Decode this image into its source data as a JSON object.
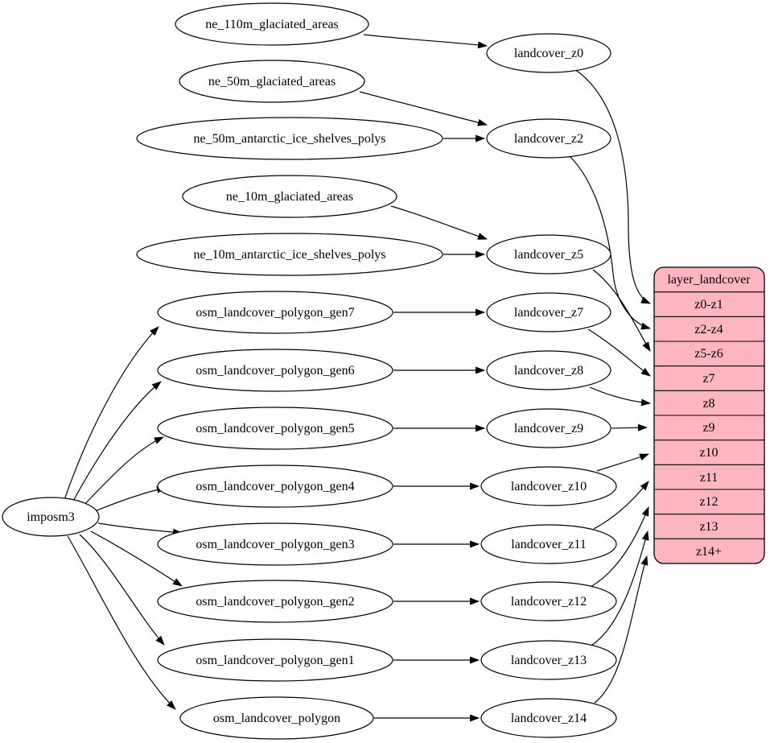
{
  "diagram": {
    "importer": "imposm3",
    "sources": [
      "ne_110m_glaciated_areas",
      "ne_50m_glaciated_areas",
      "ne_50m_antarctic_ice_shelves_polys",
      "ne_10m_glaciated_areas",
      "ne_10m_antarctic_ice_shelves_polys",
      "osm_landcover_polygon_gen7",
      "osm_landcover_polygon_gen6",
      "osm_landcover_polygon_gen5",
      "osm_landcover_polygon_gen4",
      "osm_landcover_polygon_gen3",
      "osm_landcover_polygon_gen2",
      "osm_landcover_polygon_gen1",
      "osm_landcover_polygon"
    ],
    "tables": [
      "landcover_z0",
      "landcover_z2",
      "landcover_z5",
      "landcover_z7",
      "landcover_z8",
      "landcover_z9",
      "landcover_z10",
      "landcover_z11",
      "landcover_z12",
      "landcover_z13",
      "landcover_z14"
    ],
    "layer": {
      "title": "layer_landcover",
      "rows": [
        "z0-z1",
        "z2-z4",
        "z5-z6",
        "z7",
        "z8",
        "z9",
        "z10",
        "z11",
        "z12",
        "z13",
        "z14+"
      ]
    },
    "colors": {
      "layer_fill": "#ffb6c1",
      "node_fill": "#ffffff",
      "edge": "#000000"
    },
    "edges": [
      {
        "from": "imposm3",
        "to": "osm_landcover_polygon_gen7"
      },
      {
        "from": "imposm3",
        "to": "osm_landcover_polygon_gen6"
      },
      {
        "from": "imposm3",
        "to": "osm_landcover_polygon_gen5"
      },
      {
        "from": "imposm3",
        "to": "osm_landcover_polygon_gen4"
      },
      {
        "from": "imposm3",
        "to": "osm_landcover_polygon_gen3"
      },
      {
        "from": "imposm3",
        "to": "osm_landcover_polygon_gen2"
      },
      {
        "from": "imposm3",
        "to": "osm_landcover_polygon_gen1"
      },
      {
        "from": "imposm3",
        "to": "osm_landcover_polygon"
      },
      {
        "from": "ne_110m_glaciated_areas",
        "to": "landcover_z0"
      },
      {
        "from": "ne_50m_glaciated_areas",
        "to": "landcover_z2"
      },
      {
        "from": "ne_50m_antarctic_ice_shelves_polys",
        "to": "landcover_z2"
      },
      {
        "from": "ne_10m_glaciated_areas",
        "to": "landcover_z5"
      },
      {
        "from": "ne_10m_antarctic_ice_shelves_polys",
        "to": "landcover_z5"
      },
      {
        "from": "osm_landcover_polygon_gen7",
        "to": "landcover_z7"
      },
      {
        "from": "osm_landcover_polygon_gen6",
        "to": "landcover_z8"
      },
      {
        "from": "osm_landcover_polygon_gen5",
        "to": "landcover_z9"
      },
      {
        "from": "osm_landcover_polygon_gen4",
        "to": "landcover_z10"
      },
      {
        "from": "osm_landcover_polygon_gen3",
        "to": "landcover_z11"
      },
      {
        "from": "osm_landcover_polygon_gen2",
        "to": "landcover_z12"
      },
      {
        "from": "osm_landcover_polygon_gen1",
        "to": "landcover_z13"
      },
      {
        "from": "osm_landcover_polygon",
        "to": "landcover_z14"
      },
      {
        "from": "landcover_z0",
        "to": "layer_landcover:z0-z1"
      },
      {
        "from": "landcover_z2",
        "to": "layer_landcover:z2-z4"
      },
      {
        "from": "landcover_z5",
        "to": "layer_landcover:z5-z6"
      },
      {
        "from": "landcover_z7",
        "to": "layer_landcover:z7"
      },
      {
        "from": "landcover_z8",
        "to": "layer_landcover:z8"
      },
      {
        "from": "landcover_z9",
        "to": "layer_landcover:z9"
      },
      {
        "from": "landcover_z10",
        "to": "layer_landcover:z10"
      },
      {
        "from": "landcover_z11",
        "to": "layer_landcover:z11"
      },
      {
        "from": "landcover_z12",
        "to": "layer_landcover:z12"
      },
      {
        "from": "landcover_z13",
        "to": "layer_landcover:z13"
      },
      {
        "from": "landcover_z14",
        "to": "layer_landcover:z14+"
      }
    ]
  }
}
